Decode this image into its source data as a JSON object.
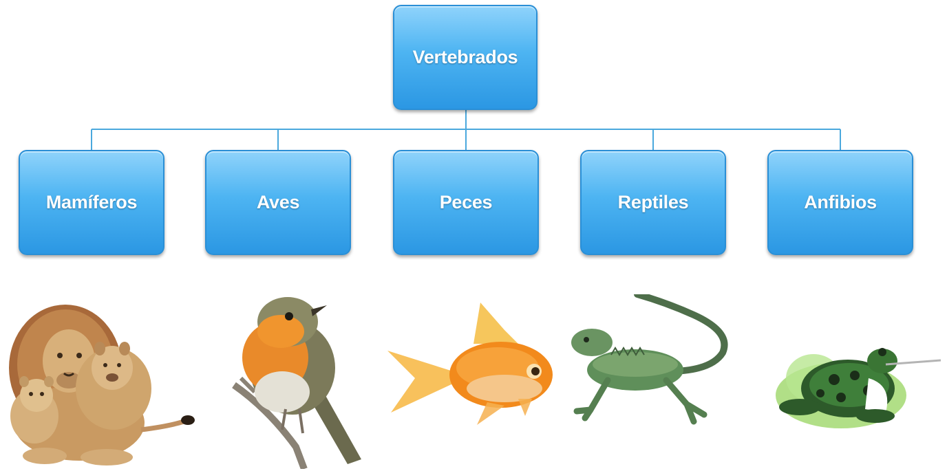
{
  "root": {
    "label": "Vertebrados"
  },
  "children": [
    {
      "label": "Mamíferos",
      "image": "lion-family-icon"
    },
    {
      "label": "Aves",
      "image": "robin-bird-icon"
    },
    {
      "label": "Peces",
      "image": "goldfish-icon"
    },
    {
      "label": "Reptiles",
      "image": "iguana-icon"
    },
    {
      "label": "Anfibios",
      "image": "frog-icon"
    }
  ],
  "colors": {
    "box_top": "#8fd3fb",
    "box_bottom": "#2b97e3",
    "box_border": "#2a8fd6",
    "connector": "#4aa8dd",
    "label": "#ffffff"
  }
}
